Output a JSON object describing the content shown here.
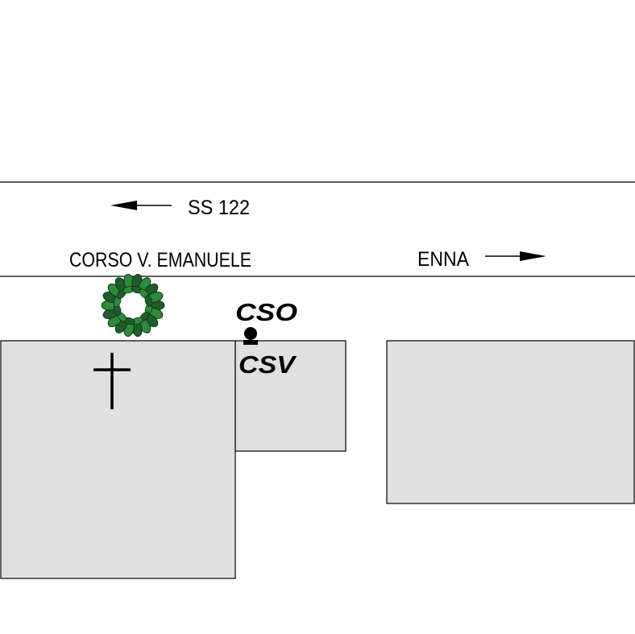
{
  "road": {
    "direction_left_label": "SS 122",
    "street_name": "CORSO V. EMANUELE",
    "direction_right_label": "ENNA"
  },
  "markers": {
    "upper_label": "CSO",
    "lower_label": "CSV"
  },
  "symbols": {
    "wreath_icon": "wreath-icon",
    "cross_icon": "cross-icon"
  },
  "colors": {
    "block_fill": "#e0e0e0",
    "line": "#000000",
    "wreath_green": "#2e8b3a",
    "wreath_dark": "#1f5e2a"
  }
}
